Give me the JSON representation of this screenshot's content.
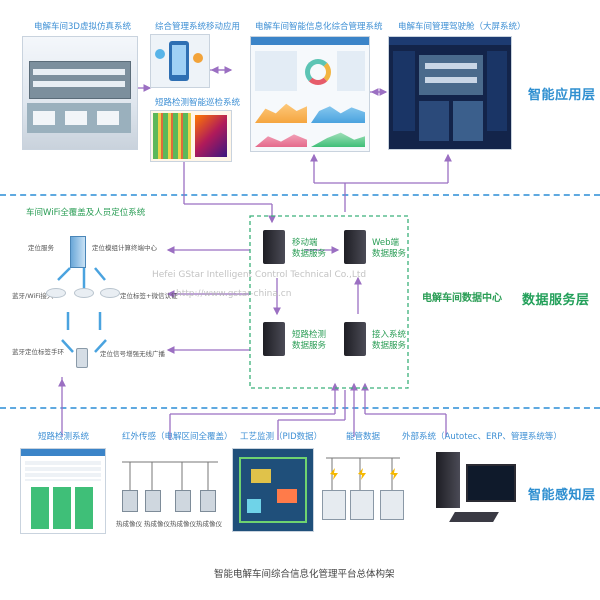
{
  "layers": {
    "app": "智能应用层",
    "data": "数据服务层",
    "sense": "智能感知层"
  },
  "app_layer": {
    "sim_3d": "电解车间3D虚拟仿真系统",
    "mobile_app": "综合管理系统移动应用",
    "short_inspect": "短路检测智能巡检系统",
    "info_mgmt": "电解车间智能信息化综合管理系统",
    "cockpit": "电解车间管理驾驶舱（大屏系统）"
  },
  "data_layer": {
    "wifi_title": "车间WiFi全覆盖及人员定位系统",
    "positioning_service": "定位服务",
    "positioning_engine": "定位模组计算终端中心",
    "wifi_coverage": "蓝牙/WiFi接入",
    "tag_bind": "定位标签+微信认证",
    "personnel_tag": "蓝牙定位标签手环",
    "wifi_ap": "定位信号增强无线广播",
    "center_label": "电解车间数据中心",
    "services": {
      "mobile": "移动端\n数据服务",
      "web": "Web端\n数据服务",
      "short": "短路检测\n数据服务",
      "access": "接入系统\n数据服务"
    }
  },
  "sense_layer": {
    "short_detect": "短路检测系统",
    "infrared": "红外传感（电解区间全覆盖）",
    "process_monitor": "工艺监测（PID数据）",
    "energy": "能管数据",
    "external": "外部系统（Autotec、ERP、管理系统等）",
    "sensor_a": "热成像仪",
    "sensor_b": "热成像仪",
    "sensor_c": "热成像仪",
    "sensor_d": "热成像仪"
  },
  "caption": "智能电解车间综合信息化管理平台总体构架",
  "watermark": {
    "line1": "Hefei GStar Intelligent Control Technical Co.,Ltd",
    "line2": "http://www.gstar-china.cn"
  },
  "colors": {
    "blue_label": "#3d8fd4",
    "green_label": "#2a9d55",
    "arrow": "#9b6fc2",
    "dash": "#5fa9e0",
    "dc_border": "#3bb07a"
  }
}
